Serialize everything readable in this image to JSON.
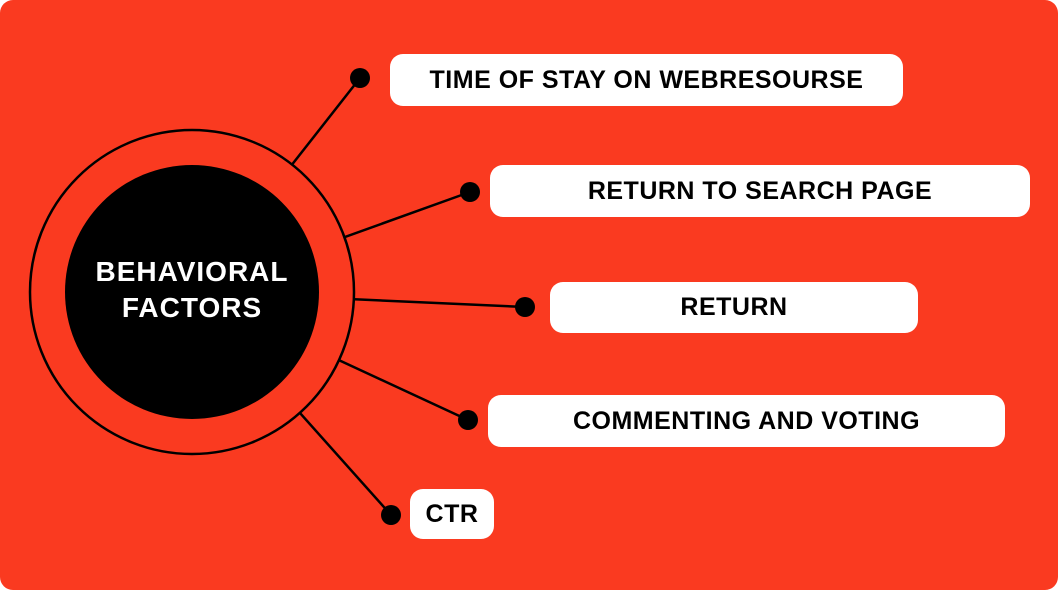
{
  "colors": {
    "background": "#FA3A20",
    "node_fill": "#000000",
    "node_text": "#FFFFFF",
    "line": "#000000",
    "box_background": "#FFFFFF",
    "box_text": "#000000",
    "page_margin": "#FFFFFF"
  },
  "center_node": {
    "line1": "BEHAVIORAL",
    "line2": "FACTORS"
  },
  "factors": [
    {
      "label": "TIME OF STAY ON WEBRESOURSE"
    },
    {
      "label": "RETURN TO SEARCH PAGE"
    },
    {
      "label": "RETURN"
    },
    {
      "label": "COMMENTING AND VOTING"
    },
    {
      "label": "CTR"
    }
  ]
}
